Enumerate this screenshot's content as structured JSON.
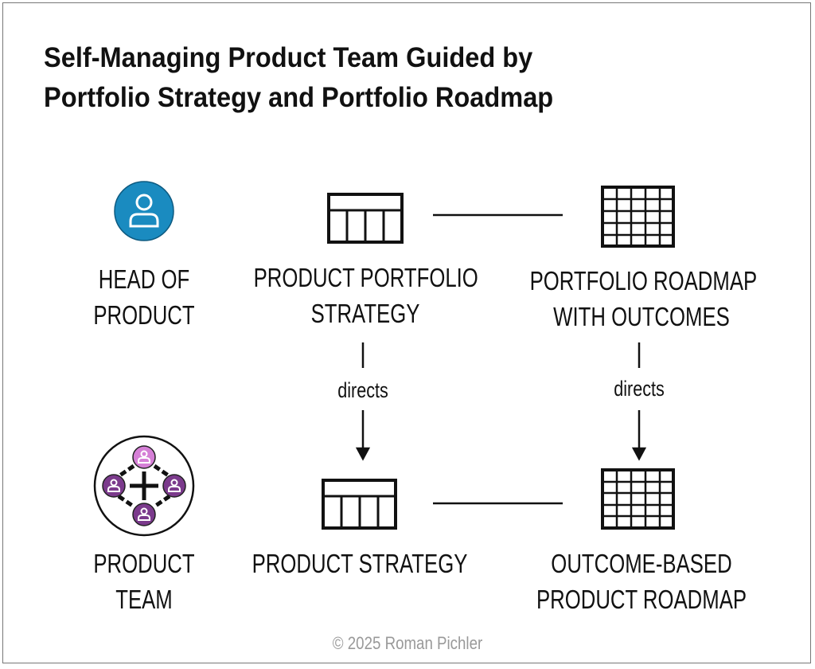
{
  "title": {
    "line1": "Self-Managing Product Team Guided by",
    "line2": "Portfolio Strategy and Portfolio Roadmap"
  },
  "nodes": {
    "head_of_product": {
      "line1": "HEAD OF",
      "line2": "PRODUCT"
    },
    "portfolio_strategy": {
      "line1": "PRODUCT PORTFOLIO",
      "line2": "STRATEGY"
    },
    "portfolio_roadmap": {
      "line1": "PORTFOLIO ROADMAP",
      "line2": "WITH OUTCOMES"
    },
    "product_team": {
      "line1": "PRODUCT",
      "line2": "TEAM"
    },
    "product_strategy": {
      "line1": "PRODUCT STRATEGY"
    },
    "product_roadmap": {
      "line1": "OUTCOME-BASED",
      "line2": "PRODUCT ROADMAP"
    }
  },
  "edges": {
    "left_label": "directs",
    "right_label": "directs"
  },
  "colors": {
    "head": "#1a8bc0",
    "team_light": "#d57fd6",
    "team_dark": "#7b3a8c"
  },
  "copyright": "© 2025 Roman Pichler"
}
